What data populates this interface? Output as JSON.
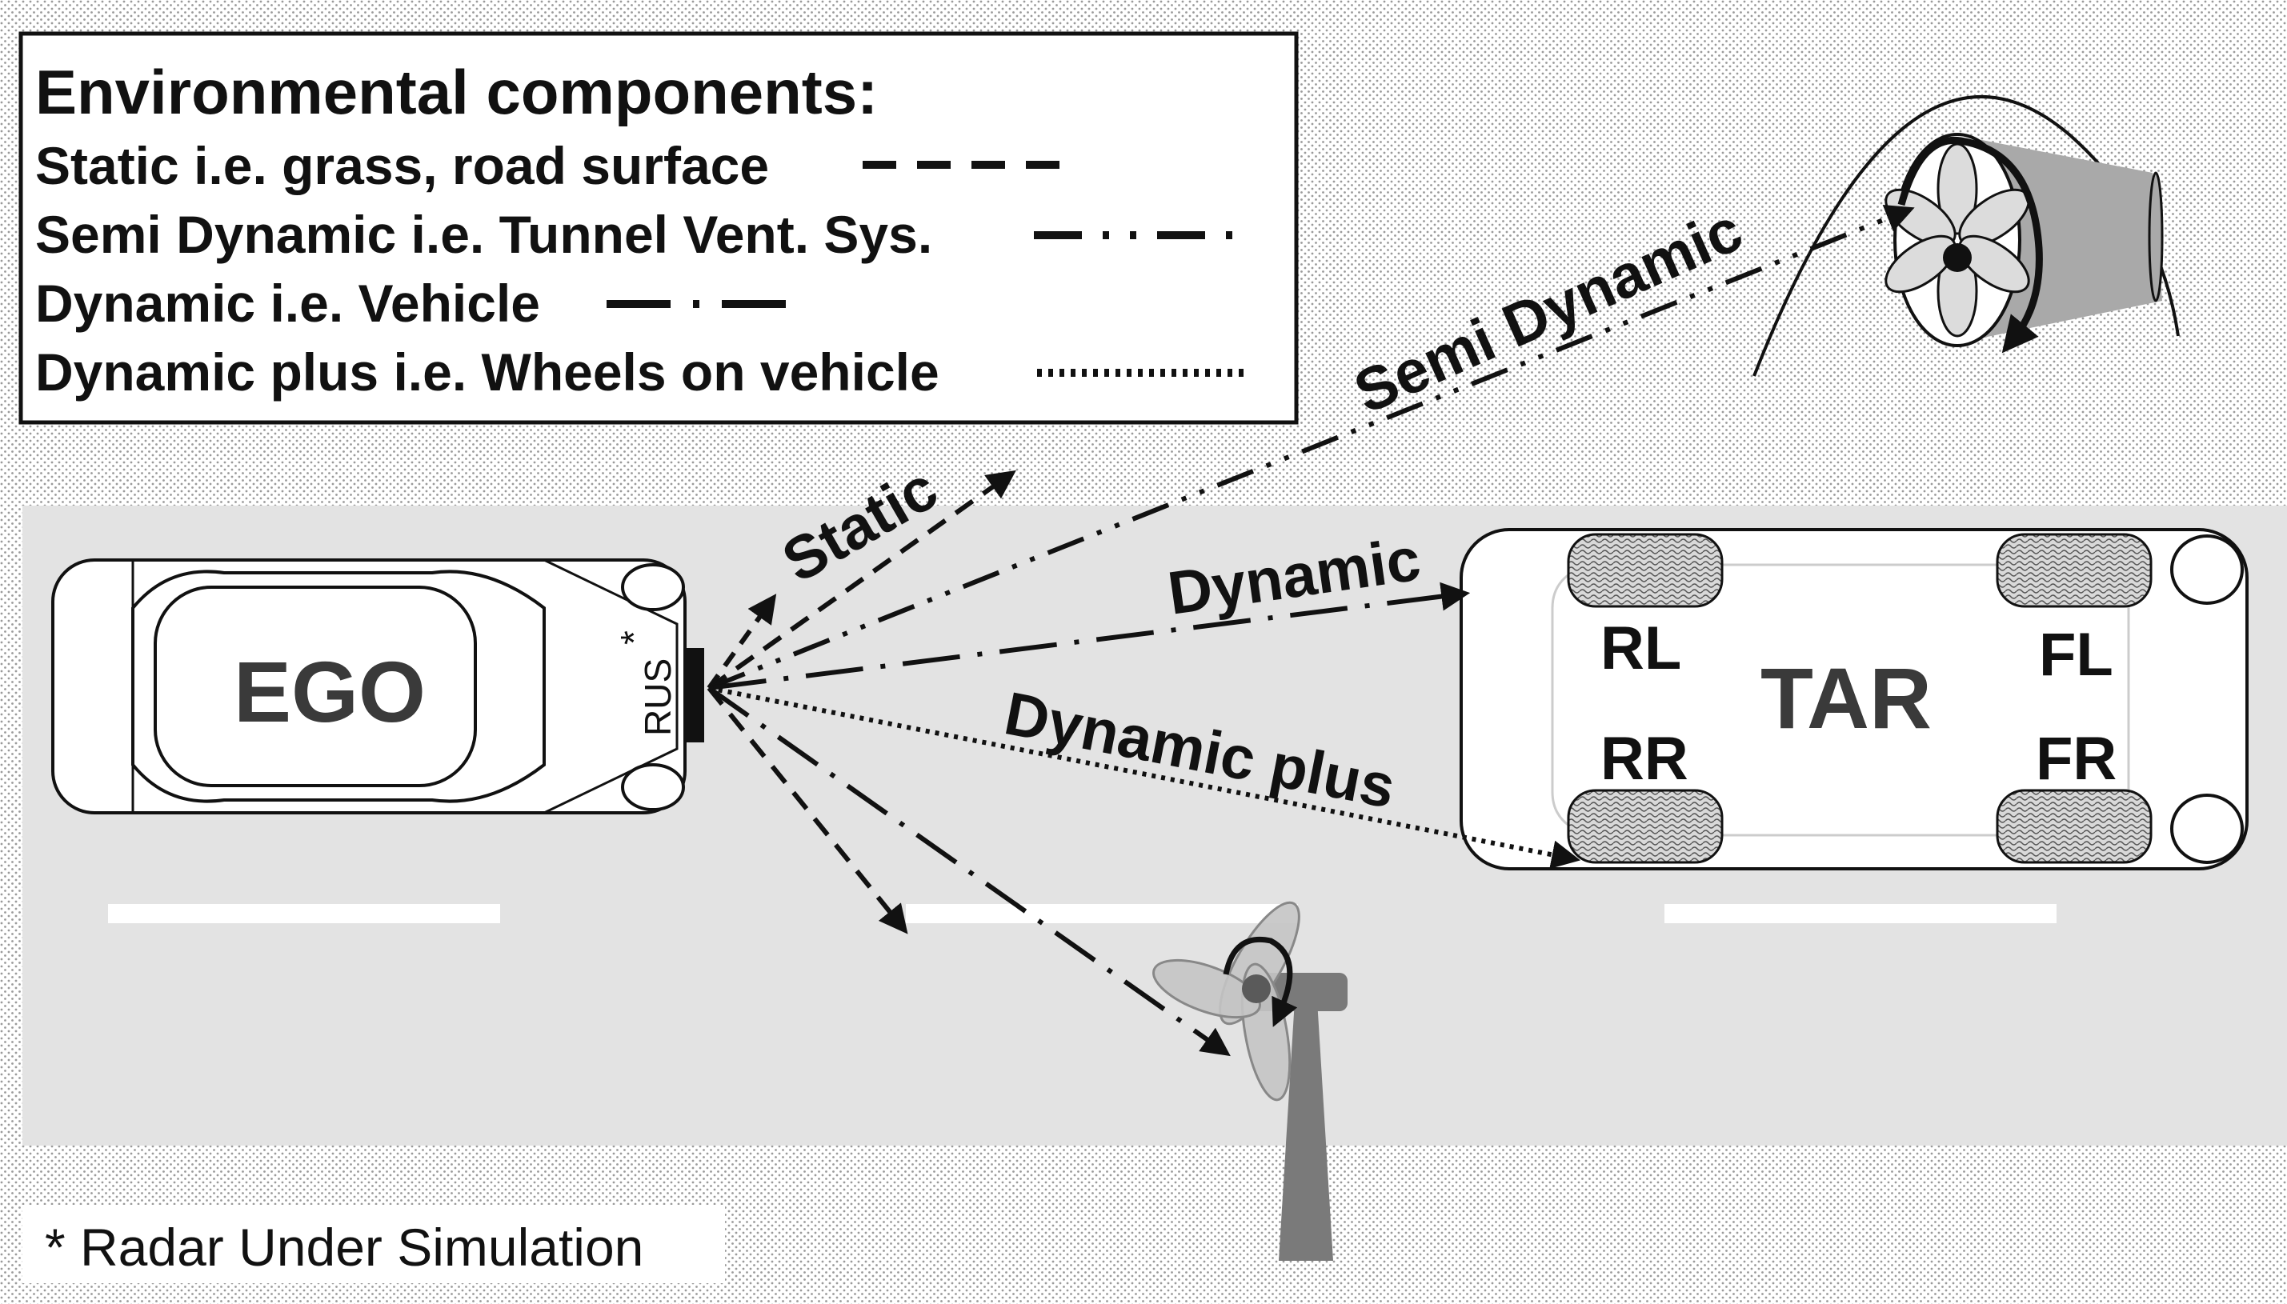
{
  "legend": {
    "title": "Environmental components:",
    "items": [
      {
        "text": "Static i.e. grass, road surface",
        "line_style": "dashed"
      },
      {
        "text": "Semi Dynamic i.e. Tunnel Vent. Sys.",
        "line_style": "dash-dot-dot"
      },
      {
        "text": "Dynamic i.e. Vehicle",
        "line_style": "dash-dot"
      },
      {
        "text": "Dynamic plus i.e. Wheels on vehicle",
        "line_style": "dotted"
      }
    ]
  },
  "beams": {
    "static": "Static",
    "semi_dynamic": "Semi Dynamic",
    "dynamic": "Dynamic",
    "dynamic_plus": "Dynamic plus"
  },
  "ego": {
    "label": "EGO",
    "sensor_label": "RUS",
    "sensor_mark": "*"
  },
  "target": {
    "label": "TAR",
    "wheels": {
      "rl": "RL",
      "rr": "RR",
      "fl": "FL",
      "fr": "FR"
    }
  },
  "footnote": "* Radar Under Simulation",
  "colors": {
    "road": "#e3e3e3",
    "grass_dots": "#9a9a9a",
    "ink": "#111111",
    "fan_gray": "#a9a9a9",
    "turbine_gray": "#7a7a7a"
  },
  "icons": [
    "tunnel-fan-icon",
    "wind-turbine-icon",
    "rotation-arrow-icon"
  ]
}
